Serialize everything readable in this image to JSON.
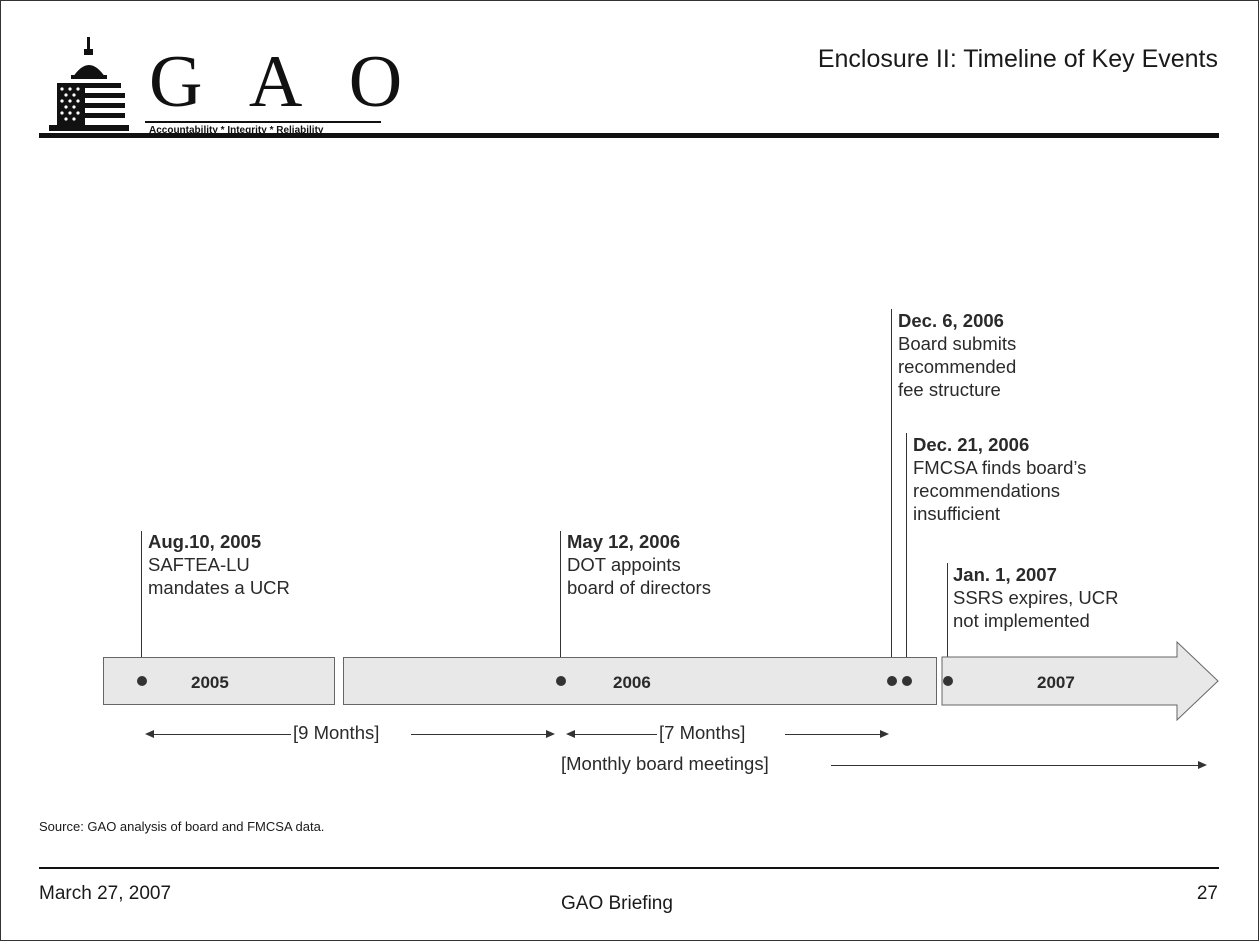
{
  "header": {
    "logo_text": "G A O",
    "logo_tagline": "Accountability * Integrity * Reliability",
    "title": "Enclosure II: Timeline of Key Events"
  },
  "timeline": {
    "years": [
      "2005",
      "2006",
      "2007"
    ],
    "events": [
      {
        "date": "Aug.10, 2005",
        "lines": [
          "SAFTEA-LU",
          "mandates a UCR"
        ]
      },
      {
        "date": "May 12, 2006",
        "lines": [
          "DOT appoints",
          "board of directors"
        ]
      },
      {
        "date": "Dec. 6, 2006",
        "lines": [
          "Board submits",
          "recommended",
          "fee structure"
        ]
      },
      {
        "date": "Dec. 21, 2006",
        "lines": [
          "FMCSA finds board’s",
          "recommendations",
          "insufficient"
        ]
      },
      {
        "date": "Jan. 1, 2007",
        "lines": [
          "SSRS expires, UCR",
          "not implemented"
        ]
      }
    ],
    "spans": [
      {
        "label": "[9 Months]"
      },
      {
        "label": "[7 Months]"
      },
      {
        "label": "[Monthly board meetings]"
      }
    ]
  },
  "source_note": "Source: GAO analysis of board and FMCSA data.",
  "footer": {
    "date": "March 27, 2007",
    "center": "GAO Briefing",
    "page": "27"
  }
}
